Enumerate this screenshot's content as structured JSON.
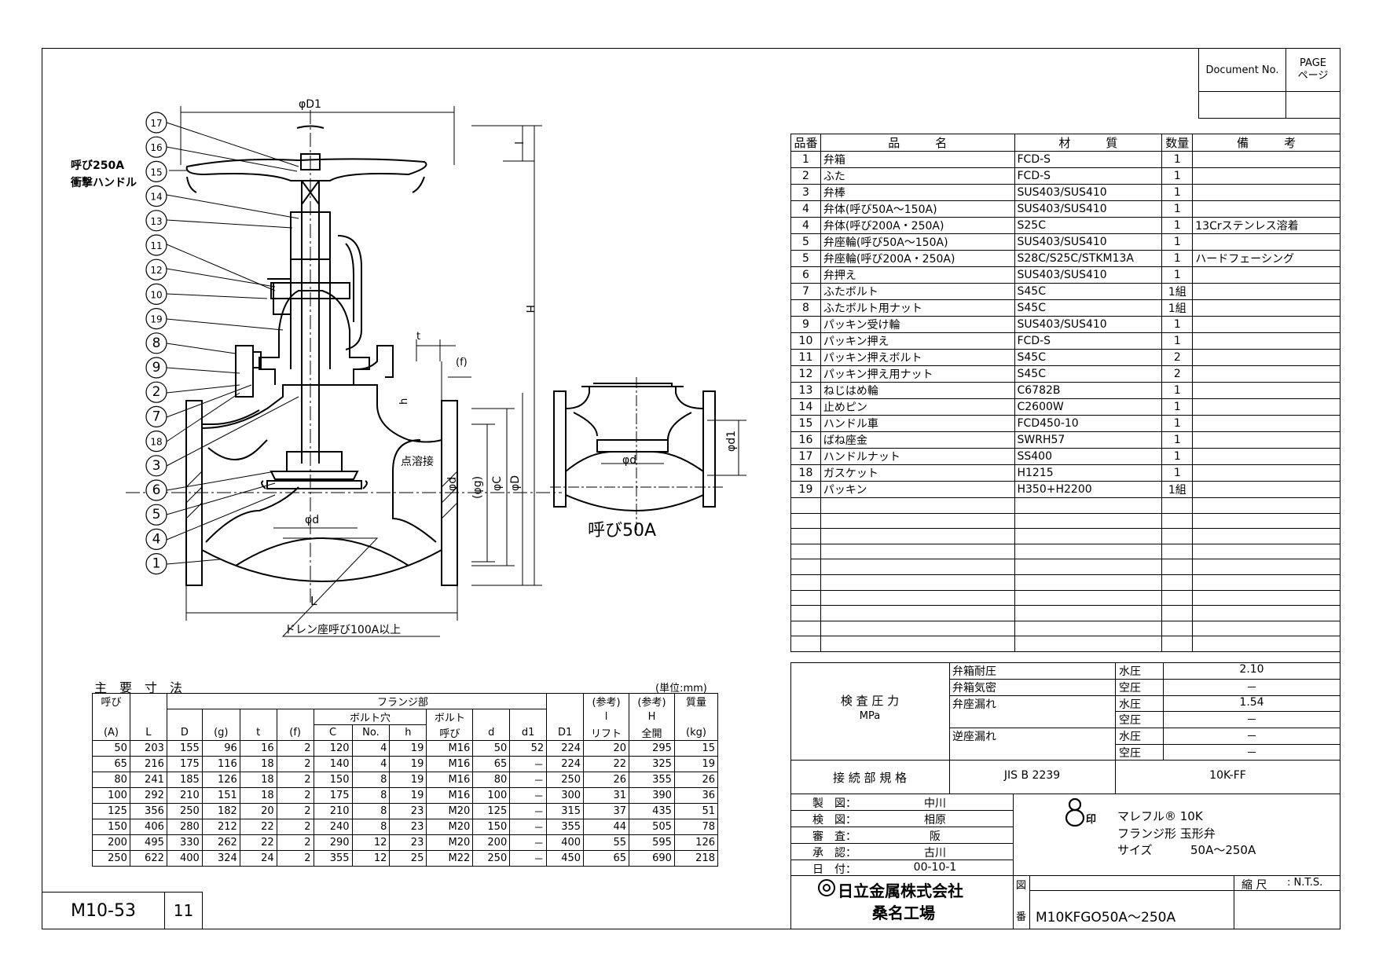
{
  "doc_header": {
    "document_no_label": "Document No.",
    "page_label": "PAGE",
    "page_label_jp": "ページ"
  },
  "drawing": {
    "callouts": [
      "17",
      "16",
      "15",
      "14",
      "13",
      "11",
      "12",
      "10",
      "19",
      "8",
      "9",
      "2",
      "7",
      "18",
      "3",
      "6",
      "5",
      "4",
      "1"
    ],
    "handle_note_1": "呼び250A",
    "handle_note_2": "衝撃ハンドル",
    "dims": {
      "D1": "φD1",
      "l": "l",
      "H": "H",
      "t": "t",
      "f": "(f)",
      "h": "h",
      "d": "φd",
      "g": "(φg)",
      "C": "φC",
      "D": "φD",
      "L": "L",
      "d_seat": "φd",
      "d1": "φd1",
      "d_small": "φd"
    },
    "weld_note": "点溶接",
    "drain_note": "ドレン座呼び100A以上",
    "sub_view_label": "呼び50A"
  },
  "parts_table": {
    "headers": [
      "品番",
      "品　　　名",
      "材　　　質",
      "数量",
      "備　　　考"
    ],
    "rows": [
      [
        "1",
        "弁箱",
        "FCD-S",
        "1",
        ""
      ],
      [
        "2",
        "ふた",
        "FCD-S",
        "1",
        ""
      ],
      [
        "3",
        "弁棒",
        "SUS403/SUS410",
        "1",
        ""
      ],
      [
        "4",
        "弁体(呼び50A～150A)",
        "SUS403/SUS410",
        "1",
        ""
      ],
      [
        "4",
        "弁体(呼び200A・250A)",
        "S25C",
        "1",
        "13Crステンレス溶着"
      ],
      [
        "5",
        "弁座輪(呼び50A～150A)",
        "SUS403/SUS410",
        "1",
        ""
      ],
      [
        "5",
        "弁座輪(呼び200A・250A)",
        "S28C/S25C/STKM13A",
        "1",
        "ハードフェーシング"
      ],
      [
        "6",
        "弁押え",
        "SUS403/SUS410",
        "1",
        ""
      ],
      [
        "7",
        "ふたボルト",
        "S45C",
        "1組",
        ""
      ],
      [
        "8",
        "ふたボルト用ナット",
        "S45C",
        "1組",
        ""
      ],
      [
        "9",
        "パッキン受け輪",
        "SUS403/SUS410",
        "1",
        ""
      ],
      [
        "10",
        "パッキン押え",
        "FCD-S",
        "1",
        ""
      ],
      [
        "11",
        "パッキン押えボルト",
        "S45C",
        "2",
        ""
      ],
      [
        "12",
        "パッキン押え用ナット",
        "S45C",
        "2",
        ""
      ],
      [
        "13",
        "ねじはめ輪",
        "C6782B",
        "1",
        ""
      ],
      [
        "14",
        "止めピン",
        "C2600W",
        "1",
        ""
      ],
      [
        "15",
        "ハンドル車",
        "FCD450-10",
        "1",
        ""
      ],
      [
        "16",
        "ばね座金",
        "SWRH57",
        "1",
        ""
      ],
      [
        "17",
        "ハンドルナット",
        "SS400",
        "1",
        ""
      ],
      [
        "18",
        "ガスケット",
        "H1215",
        "1",
        ""
      ],
      [
        "19",
        "パッキン",
        "H350+H2200",
        "1組",
        ""
      ]
    ]
  },
  "test_pressure": {
    "title": "検 査 圧 力",
    "unit": "MPa",
    "rows": [
      {
        "item": "弁箱耐圧",
        "medium": "水圧",
        "value": "2.10"
      },
      {
        "item": "弁箱気密",
        "medium": "空圧",
        "value": "－"
      },
      {
        "item": "弁座漏れ",
        "medium": "水圧",
        "value": "1.54"
      },
      {
        "item": "",
        "medium": "空圧",
        "value": "－"
      },
      {
        "item": "逆座漏れ",
        "medium": "水圧",
        "value": "－"
      },
      {
        "item": "",
        "medium": "空圧",
        "value": "－"
      }
    ]
  },
  "connection": {
    "label": "接 続 部 規 格",
    "standard": "JIS B 2239",
    "type": "10K-FF"
  },
  "approvals": [
    {
      "role": "製　図：",
      "name": "中川"
    },
    {
      "role": "検　図：",
      "name": "相原"
    },
    {
      "role": "審　査：",
      "name": "阪"
    },
    {
      "role": "承　認：",
      "name": "古川"
    },
    {
      "role": "日　付：",
      "name": "00-10-1"
    }
  ],
  "product": {
    "brand": "マレフル® 10K",
    "type": "フランジ形 玉形弁",
    "size_label": "サイズ",
    "size": "50A～250A",
    "mark": "印"
  },
  "company": {
    "name": "日立金属株式会社",
    "plant": "桑名工場"
  },
  "drawing_no": {
    "label1": "図",
    "label2": "番",
    "value": "M10KFGO50A～250A",
    "scale_label": "縮 尺",
    "scale": ": N.T.S."
  },
  "dimension_table": {
    "title": "主　要　寸　法",
    "unit": "(単位:mm)",
    "headers": {
      "nominal": "呼び",
      "nominal_a": "(A)",
      "L": "L",
      "D": "D",
      "g": "(g)",
      "t": "t",
      "f": "(f)",
      "flange": "フランジ部",
      "bolt_hole": "ボルト穴",
      "C": "C",
      "No": "No.",
      "h": "h",
      "bolt": "ボルト",
      "bolt2": "呼び",
      "d": "d",
      "d1": "d1",
      "D1": "D1",
      "ref1": "(参考)",
      "l": "l",
      "lift": "リフト",
      "ref2": "(参考)",
      "H": "H",
      "full_open": "全開",
      "mass": "質量",
      "mass_unit": "(kg)"
    },
    "rows": [
      [
        "50",
        "203",
        "155",
        "96",
        "16",
        "2",
        "120",
        "4",
        "19",
        "M16",
        "50",
        "52",
        "224",
        "20",
        "295",
        "15"
      ],
      [
        "65",
        "216",
        "175",
        "116",
        "18",
        "2",
        "140",
        "4",
        "19",
        "M16",
        "65",
        "－",
        "224",
        "22",
        "325",
        "19"
      ],
      [
        "80",
        "241",
        "185",
        "126",
        "18",
        "2",
        "150",
        "8",
        "19",
        "M16",
        "80",
        "－",
        "250",
        "26",
        "355",
        "26"
      ],
      [
        "100",
        "292",
        "210",
        "151",
        "18",
        "2",
        "175",
        "8",
        "19",
        "M16",
        "100",
        "－",
        "300",
        "31",
        "390",
        "36"
      ],
      [
        "125",
        "356",
        "250",
        "182",
        "20",
        "2",
        "210",
        "8",
        "23",
        "M20",
        "125",
        "－",
        "315",
        "37",
        "435",
        "51"
      ],
      [
        "150",
        "406",
        "280",
        "212",
        "22",
        "2",
        "240",
        "8",
        "23",
        "M20",
        "150",
        "－",
        "355",
        "44",
        "505",
        "78"
      ],
      [
        "200",
        "495",
        "330",
        "262",
        "22",
        "2",
        "290",
        "12",
        "23",
        "M20",
        "200",
        "－",
        "400",
        "55",
        "595",
        "126"
      ],
      [
        "250",
        "622",
        "400",
        "324",
        "24",
        "2",
        "355",
        "12",
        "25",
        "M22",
        "250",
        "－",
        "450",
        "65",
        "690",
        "218"
      ]
    ]
  },
  "footer": {
    "code": "M10-53",
    "sheet": "11"
  }
}
